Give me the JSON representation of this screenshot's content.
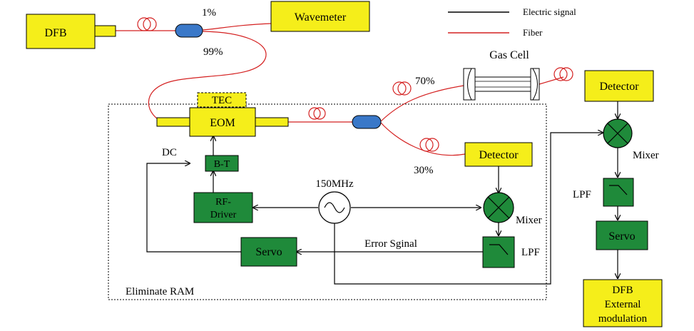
{
  "legend": {
    "electric_label": "Electric signal",
    "fiber_label": "Fiber"
  },
  "blocks": {
    "dfb": "DFB",
    "wavemeter": "Wavemeter",
    "tec": "TEC",
    "eom": "EOM",
    "detector_main": "Detector",
    "detector_right": "Detector",
    "bt": "B-T",
    "rf_driver_line1": "RF-",
    "rf_driver_line2": "Driver",
    "servo_main": "Servo",
    "servo_right": "Servo",
    "dfb_ext_line1": "DFB",
    "dfb_ext_line2": "External",
    "dfb_ext_line3": "modulation"
  },
  "labels": {
    "pct_1": "1%",
    "pct_99": "99%",
    "pct_70": "70%",
    "pct_30": "30%",
    "gas_cell": "Gas Cell",
    "dc": "DC",
    "freq": "150MHz",
    "mixer_main": "Mixer",
    "mixer_right": "Mixer",
    "lpf_main": "LPF",
    "lpf_right": "LPF",
    "error_signal": "Error Sginal",
    "eliminate_ram": "Eliminate RAM"
  },
  "colors": {
    "yellow_block": "#f5ee1a",
    "green_block": "#1f8a3a",
    "fiber": "#d42020",
    "coupler": "#3a78c8"
  }
}
